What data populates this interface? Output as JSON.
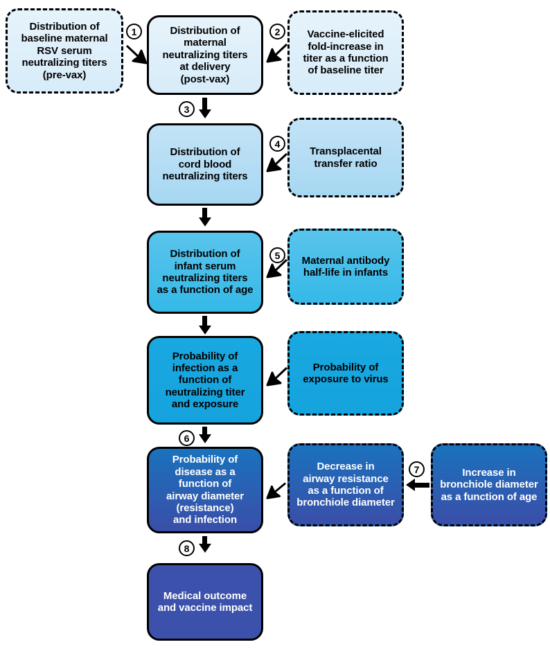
{
  "diagram": {
    "title": "RSV maternal vaccine model flowchart",
    "nodes": [
      {
        "id": "baseline-maternal-titers",
        "text": "Distribution of\nbaseline maternal\nRSV serum\nneutralizing titers\n(pre-vax)",
        "style": "dashed",
        "fill": "#e6f3fb",
        "text_color": "#000000"
      },
      {
        "id": "maternal-titers-delivery",
        "text": "Distribution of\nmaternal\nneutralizing titers\nat delivery\n(post-vax)",
        "style": "solid",
        "fill": "#e0effa",
        "text_color": "#000000"
      },
      {
        "id": "vaccine-elicited-fold-increase",
        "text": "Vaccine-elicited\nfold-increase in\ntiter as a function\nof baseline titer",
        "style": "dashed",
        "fill": "#e0effa",
        "text_color": "#000000"
      },
      {
        "id": "cord-blood-titers",
        "text": "Distribution of\ncord blood\nneutralizing titers",
        "style": "solid",
        "fill": "#b5deF5",
        "text_color": "#000000"
      },
      {
        "id": "transplacental-transfer-ratio",
        "text": "Transplacental\ntransfer ratio",
        "style": "dashed",
        "fill": "#b5deF5",
        "text_color": "#000000"
      },
      {
        "id": "infant-serum-titers",
        "text": "Distribution of\ninfant serum\nneutralizing titers\nas a function of age",
        "style": "solid",
        "fill": "#45bfea",
        "text_color": "#000000"
      },
      {
        "id": "maternal-antibody-half-life",
        "text": "Maternal antibody\nhalf-life in infants",
        "style": "dashed",
        "fill": "#45bfea",
        "text_color": "#000000"
      },
      {
        "id": "probability-of-infection",
        "text": "Probability of\ninfection as a\nfunction of\nneutralizing titer\nand exposure",
        "style": "solid",
        "fill": "#17a5de",
        "text_color": "#000000"
      },
      {
        "id": "probability-of-exposure",
        "text": "Probability of\nexposure to virus",
        "style": "dashed",
        "fill": "#17a5de",
        "text_color": "#000000"
      },
      {
        "id": "probability-of-disease",
        "text": "Probability of\ndisease as a\nfunction of\nairway diameter\n(resistance)\nand infection",
        "style": "solid",
        "fill": "#2a63b5",
        "text_color": "#ffffff"
      },
      {
        "id": "decrease-airway-resistance",
        "text": "Decrease in\nairway resistance\nas a function of\nbronchiole diameter",
        "style": "dashed",
        "fill": "#2a63b5",
        "text_color": "#ffffff"
      },
      {
        "id": "increase-bronchiole-diameter",
        "text": "Increase in\nbronchiole diameter\nas a function of age",
        "style": "dashed",
        "fill": "#2a63b5",
        "text_color": "#ffffff"
      },
      {
        "id": "medical-outcome",
        "text": "Medical outcome\nand vaccine impact",
        "style": "solid",
        "fill": "#3b51ab",
        "text_color": "#ffffff"
      }
    ],
    "step_numbers": {
      "n1": "1",
      "n2": "2",
      "n3": "3",
      "n4": "4",
      "n5": "5",
      "n6": "6",
      "n7": "7",
      "n8": "8"
    },
    "edges": [
      {
        "from": "baseline-maternal-titers",
        "to": "maternal-titers-delivery",
        "label": "1",
        "direction": "right-down"
      },
      {
        "from": "vaccine-elicited-fold-increase",
        "to": "maternal-titers-delivery",
        "label": "2",
        "direction": "left-down"
      },
      {
        "from": "maternal-titers-delivery",
        "to": "cord-blood-titers",
        "label": "3",
        "direction": "down"
      },
      {
        "from": "transplacental-transfer-ratio",
        "to": "cord-blood-titers",
        "label": "4",
        "direction": "left-down"
      },
      {
        "from": "cord-blood-titers",
        "to": "infant-serum-titers",
        "label": "",
        "direction": "down"
      },
      {
        "from": "maternal-antibody-half-life",
        "to": "infant-serum-titers",
        "label": "5",
        "direction": "left-down"
      },
      {
        "from": "infant-serum-titers",
        "to": "probability-of-infection",
        "label": "",
        "direction": "down"
      },
      {
        "from": "probability-of-exposure",
        "to": "probability-of-infection",
        "label": "",
        "direction": "left-down"
      },
      {
        "from": "probability-of-infection",
        "to": "probability-of-disease",
        "label": "6",
        "direction": "down"
      },
      {
        "from": "decrease-airway-resistance",
        "to": "probability-of-disease",
        "label": "",
        "direction": "left-down"
      },
      {
        "from": "increase-bronchiole-diameter",
        "to": "decrease-airway-resistance",
        "label": "7",
        "direction": "left"
      },
      {
        "from": "probability-of-disease",
        "to": "medical-outcome",
        "label": "8",
        "direction": "down"
      }
    ]
  }
}
